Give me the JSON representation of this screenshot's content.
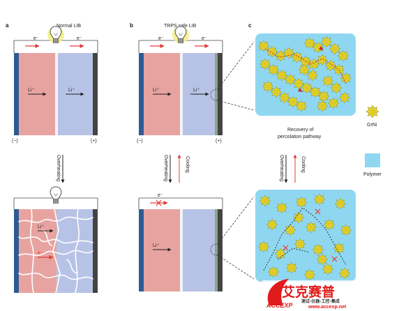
{
  "panels": {
    "a": {
      "letter": "a",
      "title": "Normal LIB"
    },
    "b": {
      "letter": "b",
      "title": "TRPS safe LIB"
    },
    "c": {
      "letter": "c"
    }
  },
  "labels": {
    "electron": "e⁻",
    "lithium": "Li⁺",
    "minus": "(−)",
    "plus": "(+)",
    "overheating": "Overheating",
    "cooling": "Cooling",
    "recovery_line1": "Recovery of",
    "recovery_line2": "percolation pathway"
  },
  "legend": {
    "grni": "GrNi",
    "polymer": "Polymer"
  },
  "watermark": {
    "brand_cn": "艾克赛普",
    "brand_en": "ACCEXP",
    "slogan": "测试·仪器·工控·集成",
    "url": "www.accexp.net"
  },
  "colors": {
    "anode": "#e7a3a0",
    "cathode": "#b7c3e6",
    "anode_collector": "#2f5a93",
    "cathode_collector": "#444444",
    "polymer": "#8fd7f0",
    "particle": "#efe02f",
    "arrow_red": "#e53935",
    "watermark_red": "#e01b1b"
  }
}
